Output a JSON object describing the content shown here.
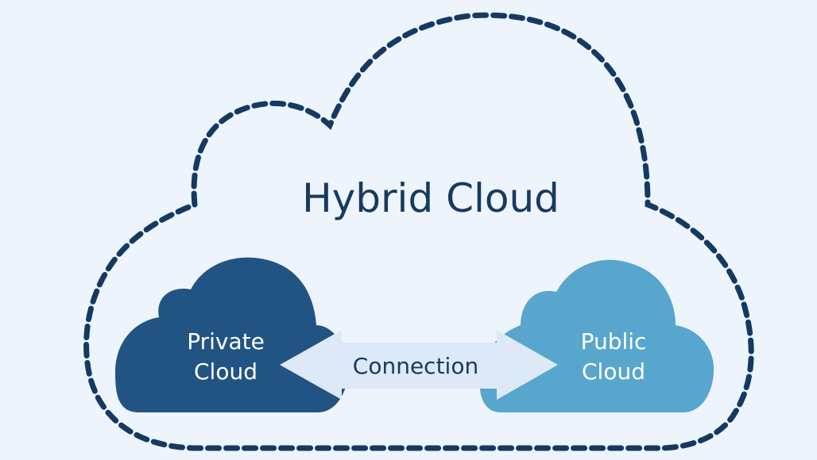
{
  "diagram": {
    "title": "Hybrid Cloud",
    "nodes": [
      {
        "id": "private",
        "label_line1": "Private",
        "label_line2": "Cloud",
        "color": "#215483"
      },
      {
        "id": "public",
        "label_line1": "Public",
        "label_line2": "Cloud",
        "color": "#58a6cd"
      }
    ],
    "connector": {
      "label": "Connection",
      "color": "#dde9f6",
      "direction": "bidirectional"
    },
    "colors": {
      "background": "#eef4fb",
      "outline": "#143a63",
      "title_text": "#173a60",
      "node_text": "#ffffff",
      "connector_text": "#173a60"
    }
  }
}
